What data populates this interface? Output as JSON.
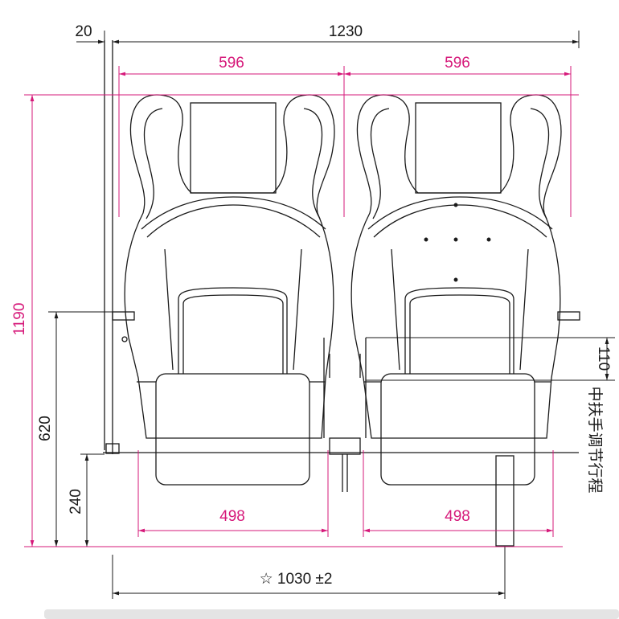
{
  "drawing": {
    "title": "",
    "colors": {
      "dimension_pink": "#d6197a",
      "outline_black": "#1a1a1a",
      "background": "#ffffff",
      "bottom_bar": "#e4e4e4"
    },
    "dimensions": {
      "wall_offset": "20",
      "overall_width": "1230",
      "seat_width_left": "596",
      "seat_width_right": "596",
      "overall_height": "1190",
      "armrest_height": "620",
      "base_height": "240",
      "armrest_adjust": "110",
      "cushion_width_left": "498",
      "cushion_width_right": "498",
      "rail_span": "☆ 1030 ±2"
    },
    "annotation": {
      "armrest_travel_label": "中扶手调节行程"
    }
  }
}
